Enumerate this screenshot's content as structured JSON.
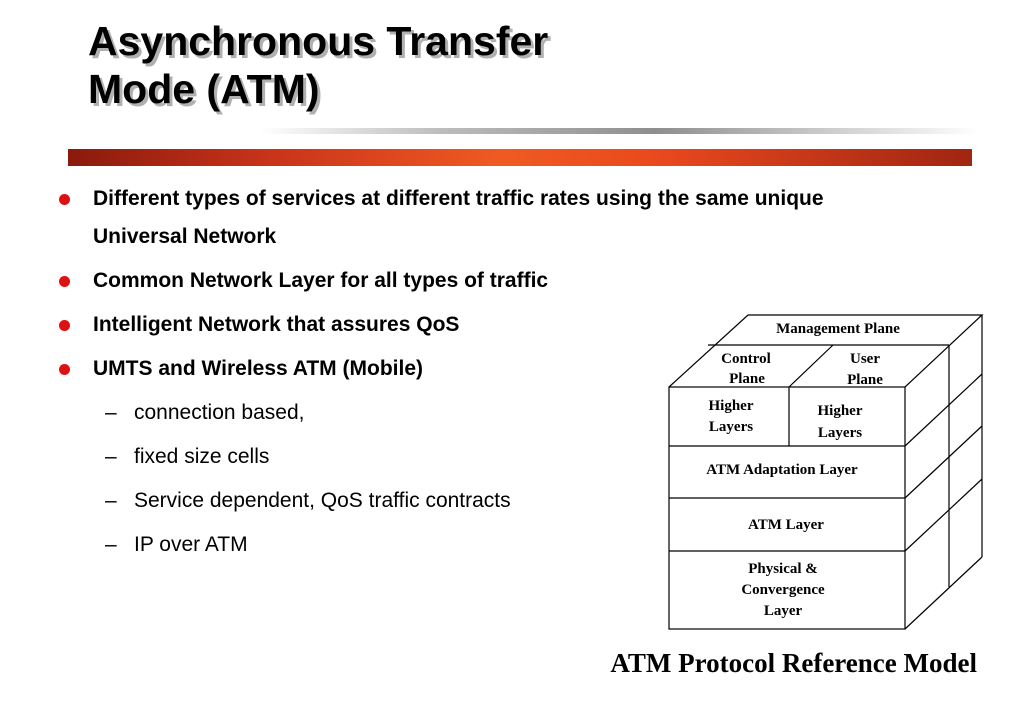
{
  "title": {
    "line1": "Asynchronous Transfer",
    "line2": "Mode (ATM)"
  },
  "bullets": [
    {
      "text": "Different types of services at different traffic rates using the same unique Universal Network"
    },
    {
      "text": "Common Network Layer for all types of traffic"
    },
    {
      "text": "Intelligent Network that assures QoS"
    },
    {
      "text": "UMTS and Wireless ATM (Mobile)"
    }
  ],
  "sub_bullets": [
    {
      "dash": "–",
      "text": "connection based,"
    },
    {
      "dash": "–",
      "text": "fixed size cells"
    },
    {
      "dash": "–",
      "text": "Service dependent, QoS traffic contracts"
    },
    {
      "dash": "–",
      "text": "IP over ATM"
    }
  ],
  "diagram": {
    "management_plane": "Management Plane",
    "control_plane": [
      "Control",
      "Plane"
    ],
    "user_plane": [
      "User",
      "Plane"
    ],
    "higher_layers_control": [
      "Higher",
      "Layers"
    ],
    "higher_layers_user": [
      "Higher",
      "Layers"
    ],
    "aal": "ATM Adaptation Layer",
    "atm_layer": "ATM Layer",
    "physical": [
      "Physical &",
      "Convergence",
      "Layer"
    ]
  },
  "caption": "ATM Protocol Reference Model",
  "colors": {
    "bullet_dot": "#dd1111",
    "title_rule": "#f05a22"
  }
}
